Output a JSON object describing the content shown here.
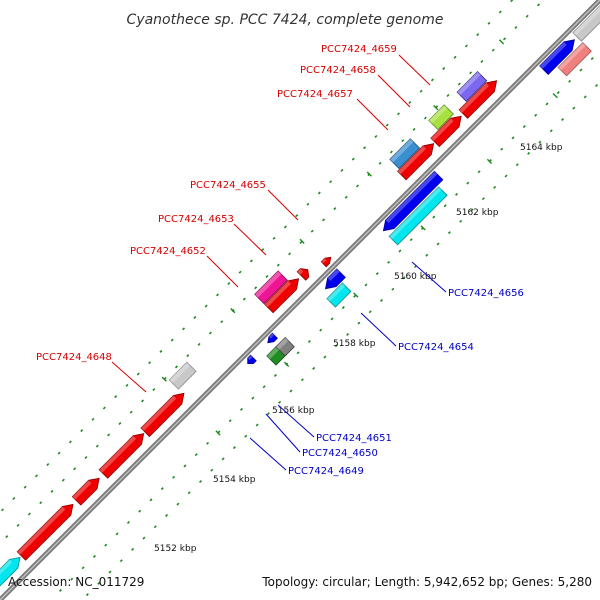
{
  "title": "Cyanothece sp. PCC 7424, complete genome",
  "footer": {
    "accession": "Accession: NC_011729",
    "summary": "Topology: circular; Length: 5,942,652 bp; Genes: 5,280"
  },
  "colors": {
    "backbone": "#808080",
    "tick": "#1a8a1a",
    "label_forward": "#d40000",
    "label_reverse": "#0000c8",
    "leader_forward": "#d40000",
    "leader_reverse": "#0000c8"
  },
  "ticks": [
    {
      "label": "5152 kbp"
    },
    {
      "label": "5154 kbp"
    },
    {
      "label": "5156 kbp"
    },
    {
      "label": "5158 kbp"
    },
    {
      "label": "5160 kbp"
    },
    {
      "label": "5162 kbp"
    },
    {
      "label": "5164 kbp"
    }
  ],
  "gene_labels": [
    {
      "text": "PCC7424_4659",
      "strand": "forward"
    },
    {
      "text": "PCC7424_4658",
      "strand": "forward"
    },
    {
      "text": "PCC7424_4657",
      "strand": "forward"
    },
    {
      "text": "PCC7424_4655",
      "strand": "forward"
    },
    {
      "text": "PCC7424_4653",
      "strand": "forward"
    },
    {
      "text": "PCC7424_4652",
      "strand": "forward"
    },
    {
      "text": "PCC7424_4648",
      "strand": "forward"
    },
    {
      "text": "PCC7424_4656",
      "strand": "reverse"
    },
    {
      "text": "PCC7424_4654",
      "strand": "reverse"
    },
    {
      "text": "PCC7424_4651",
      "strand": "reverse"
    },
    {
      "text": "PCC7424_4650",
      "strand": "reverse"
    },
    {
      "text": "PCC7424_4649",
      "strand": "reverse"
    }
  ],
  "features": [
    {
      "name": "cds-fwd-1",
      "fill": "#00e5ee",
      "stroke": "#008b8b"
    },
    {
      "name": "cds-fwd-2",
      "fill": "#ee0000",
      "stroke": "#8b0000"
    },
    {
      "name": "cds-fwd-3",
      "fill": "#ee0000",
      "stroke": "#8b0000"
    },
    {
      "name": "cds-fwd-4",
      "fill": "#ee0000",
      "stroke": "#8b0000"
    },
    {
      "name": "cds-fwd-5",
      "fill": "#ee0000",
      "stroke": "#8b0000"
    },
    {
      "name": "cds-4648",
      "fill": "#c8c8c8",
      "stroke": "#888888"
    },
    {
      "name": "cds-4652-a",
      "fill": "#ee1493",
      "stroke": "#8b0a50"
    },
    {
      "name": "cds-4652-b",
      "fill": "#ee0000",
      "stroke": "#8b0000"
    },
    {
      "name": "cds-4653",
      "fill": "#ee0000",
      "stroke": "#8b0000"
    },
    {
      "name": "cds-4655",
      "fill": "#ee0000",
      "stroke": "#8b0000"
    },
    {
      "name": "cds-4657-a",
      "fill": "#3a8fd0",
      "stroke": "#1c4e80"
    },
    {
      "name": "cds-4657-b",
      "fill": "#ee0000",
      "stroke": "#8b0000"
    },
    {
      "name": "cds-4658-a",
      "fill": "#a8e040",
      "stroke": "#5a8a1a"
    },
    {
      "name": "cds-4658-b",
      "fill": "#ee0000",
      "stroke": "#8b0000"
    },
    {
      "name": "cds-4659-a",
      "fill": "#7b68ee",
      "stroke": "#3a2f8b"
    },
    {
      "name": "cds-4659-b",
      "fill": "#ee0000",
      "stroke": "#8b0000"
    },
    {
      "name": "cds-top-blue",
      "fill": "#0000ee",
      "stroke": "#00008b"
    },
    {
      "name": "cds-top-pink",
      "fill": "#f08080",
      "stroke": "#a05050"
    },
    {
      "name": "cds-top-gray",
      "fill": "#c8c8c8",
      "stroke": "#888888"
    },
    {
      "name": "cds-4649",
      "fill": "#0000ee",
      "stroke": "#00008b"
    },
    {
      "name": "cds-4650",
      "fill": "#0000ee",
      "stroke": "#00008b"
    },
    {
      "name": "cds-4651-a",
      "fill": "#228b22",
      "stroke": "#0a4a0a"
    },
    {
      "name": "cds-4651-b",
      "fill": "#808080",
      "stroke": "#404040"
    },
    {
      "name": "cds-4654-a",
      "fill": "#0000ee",
      "stroke": "#00008b"
    },
    {
      "name": "cds-4654-b",
      "fill": "#00e5ee",
      "stroke": "#008b8b"
    },
    {
      "name": "cds-4656-a",
      "fill": "#0000ee",
      "stroke": "#00008b"
    },
    {
      "name": "cds-4656-b",
      "fill": "#00e5ee",
      "stroke": "#008b8b"
    }
  ]
}
